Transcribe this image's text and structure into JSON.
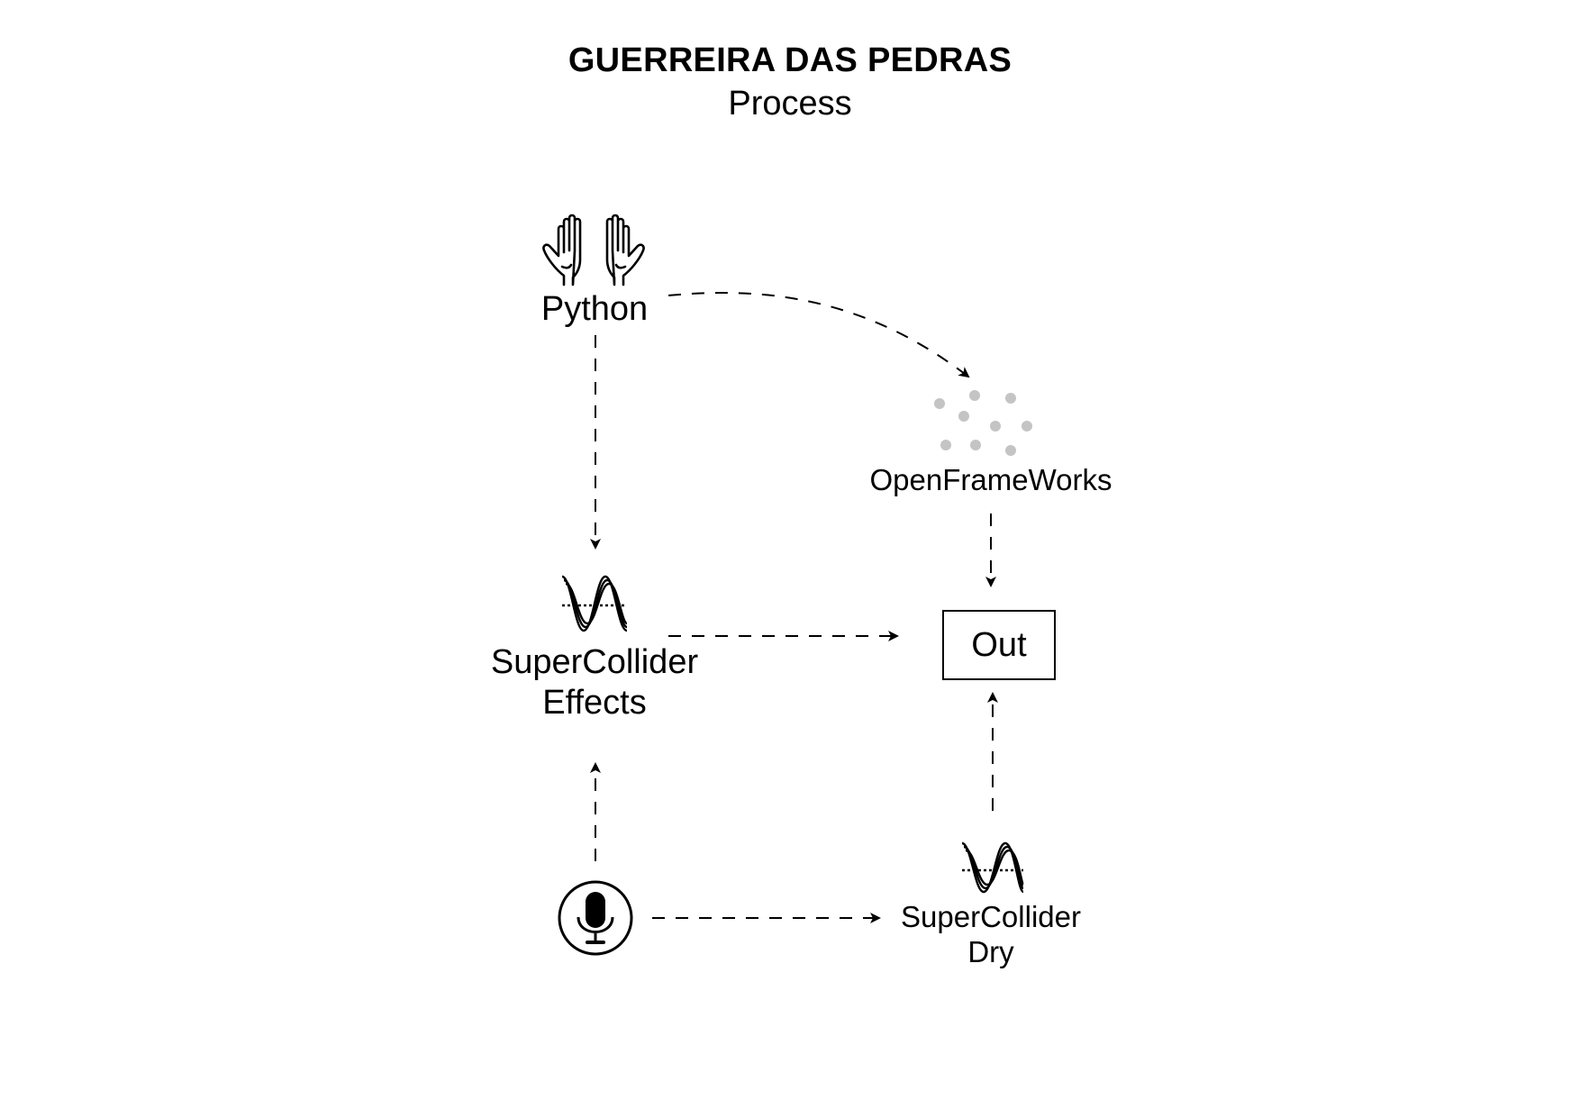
{
  "title": "GUERREIRA DAS PEDRAS",
  "subtitle": "Process",
  "nodes": {
    "python": {
      "label": "Python",
      "icon": "hands-icon"
    },
    "openframeworks": {
      "label": "OpenFrameWorks",
      "icon": "particles-icon"
    },
    "sc_effects": {
      "line1": "SuperCollider",
      "line2": "Effects",
      "icon": "waveform-icon"
    },
    "out": {
      "label": "Out"
    },
    "microphone": {
      "icon": "microphone-icon"
    },
    "sc_dry": {
      "line1": "SuperCollider",
      "line2": "Dry",
      "icon": "waveform-icon"
    }
  },
  "edges": [
    {
      "from": "python",
      "to": "openframeworks",
      "style": "dashed"
    },
    {
      "from": "python",
      "to": "sc_effects",
      "style": "dashed"
    },
    {
      "from": "openframeworks",
      "to": "out",
      "style": "dashed"
    },
    {
      "from": "sc_effects",
      "to": "out",
      "style": "dashed"
    },
    {
      "from": "microphone",
      "to": "sc_effects",
      "style": "dashed"
    },
    {
      "from": "microphone",
      "to": "sc_dry",
      "style": "dashed"
    },
    {
      "from": "sc_dry",
      "to": "out",
      "style": "dashed"
    }
  ],
  "colors": {
    "ink": "#000000",
    "particles": "#c4c4c4"
  }
}
